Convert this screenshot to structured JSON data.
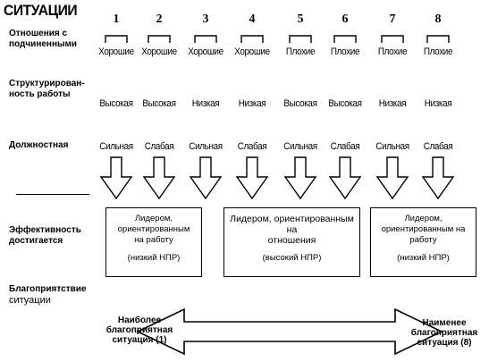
{
  "title": "СИТУАЦИИ",
  "labels": {
    "relations_l1": "Отношения с",
    "relations_l2": "подчиненными",
    "structure_l1": "Структурирован-",
    "structure_l2": "ность работы",
    "position": "Должностная",
    "effectiveness_l1": "Эффективность",
    "effectiveness_l2": "достигается",
    "favorability_l1": "Благоприятствие",
    "favorability_l2": "ситуации"
  },
  "situations": [
    {
      "num": "1",
      "relations": "Хорошие",
      "structure": "Высокая",
      "power": "Сильная"
    },
    {
      "num": "2",
      "relations": "Хорошие",
      "structure": "Высокая",
      "power": "Слабая"
    },
    {
      "num": "3",
      "relations": "Хорошие",
      "structure": "Низкая",
      "power": "Сильная"
    },
    {
      "num": "4",
      "relations": "Хорошие",
      "structure": "Низкая",
      "power": "Слабая"
    },
    {
      "num": "5",
      "relations": "Плохие",
      "structure": "Высокая",
      "power": "Сильная"
    },
    {
      "num": "6",
      "relations": "Плохие",
      "structure": "Высокая",
      "power": "Слабая"
    },
    {
      "num": "7",
      "relations": "Плохие",
      "structure": "Низкая",
      "power": "Сильная"
    },
    {
      "num": "8",
      "relations": "Плохие",
      "structure": "Низкая",
      "power": "Слабая"
    }
  ],
  "boxes": [
    {
      "text_l1": "Лидером,",
      "text_l2": "ориентированным",
      "text_l3": "на работу",
      "note": "(низкий НПР)"
    },
    {
      "text_l1": "Лидером, ориентированным на",
      "text_l2": "отношения",
      "text_l3": "",
      "note": "(высокий НПР)"
    },
    {
      "text_l1": "Лидером,",
      "text_l2": "ориентированным на",
      "text_l3": "работу",
      "note": "(низкий НПР)"
    }
  ],
  "scale": {
    "left_l1": "Наиболее",
    "left_l2": "благоприятная",
    "left_l3": "ситуация (1)",
    "right_l1": "Наименее",
    "right_l2": "благоприятная",
    "right_l3": "ситуация (8)"
  }
}
